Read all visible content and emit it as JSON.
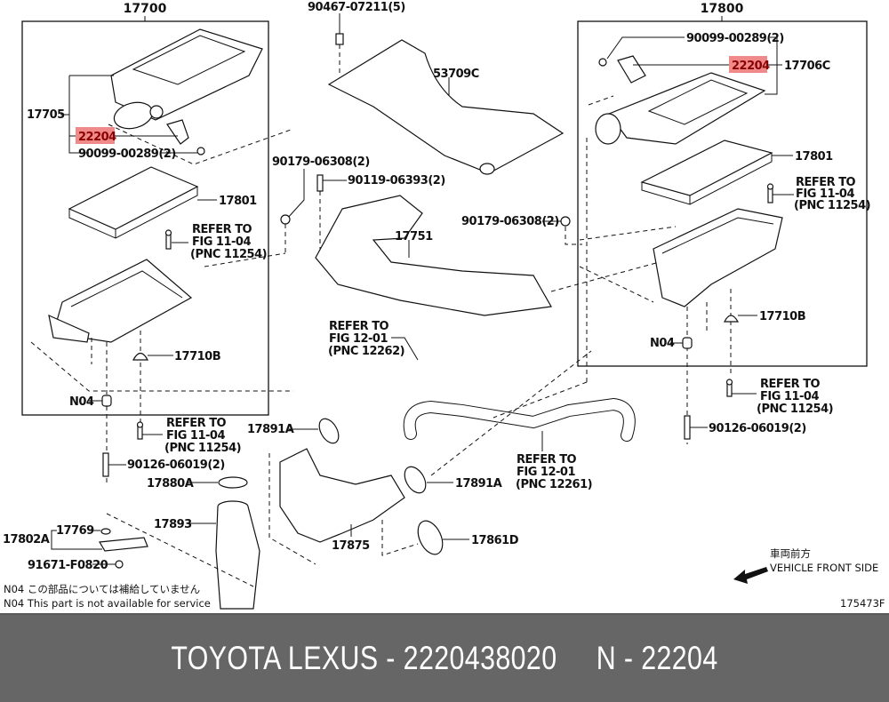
{
  "diagram": {
    "highlight_color": "#f08a8a",
    "highlight_text_color": "#8a0000",
    "assemblies": {
      "left_box_title": "17700",
      "right_box_title": "17800"
    },
    "labels": {
      "l_17705": "17705",
      "l_22204": "22204",
      "l_90099": "90099-00289(2)",
      "l_17801": "17801",
      "l_refer_fig_line1": "REFER TO",
      "l_refer_fig_line2": "FIG 11-04",
      "l_refer_fig_line3": "(PNC 11254)",
      "l_17710B": "17710B",
      "l_N04": "N04",
      "l_refer2_line1": "REFER TO",
      "l_refer2_line2": "FIG 11-04",
      "l_refer2_line3": "(PNC 11254)",
      "l_90126": "90126-06019(2)",
      "l_17880A": "17880A",
      "l_17893": "17893",
      "l_17802A": "17802A",
      "l_17769": "17769",
      "l_91671": "91671-F0820",
      "m_90467": "90467-07211(5)",
      "m_53709C": "53709C",
      "m_90179_a": "90179-06308(2)",
      "m_90119": "90119-06393(2)",
      "m_17751": "17751",
      "m_90179_b": "90179-06308(2)",
      "m_refer_a_line1": "REFER TO",
      "m_refer_a_line2": "FIG 12-01",
      "m_refer_a_line3": "(PNC 12262)",
      "m_17891A_a": "17891A",
      "m_17891A_b": "17891A",
      "m_17875": "17875",
      "m_17861D": "17861D",
      "m_refer_b_line1": "REFER TO",
      "m_refer_b_line2": "FIG 12-01",
      "m_refer_b_line3": "(PNC 12261)",
      "r_90099": "90099-00289(2)",
      "r_22204": "22204",
      "r_17706C": "17706C",
      "r_17801": "17801",
      "r_refer_line1": "REFER TO",
      "r_refer_line2": "FIG 11-04",
      "r_refer_line3": "(PNC 11254)",
      "r_17710B": "17710B",
      "r_N04": "N04",
      "r_refer2_line1": "REFER TO",
      "r_refer2_line2": "FIG 11-04",
      "r_refer2_line3": "(PNC 11254)",
      "r_90126": "90126-06019(2)"
    },
    "notes": {
      "n04_jp": "N04  この部品については補給していません",
      "n04_en": "N04  This part is not available for service"
    },
    "direction": {
      "jp": "車両前方",
      "en": "VEHICLE FRONT SIDE",
      "icon": "arrow-left-down-icon"
    },
    "figure_id": "175473F"
  },
  "footer": {
    "text": "TOYOTA LEXUS - 2220438020     N - 22204"
  }
}
